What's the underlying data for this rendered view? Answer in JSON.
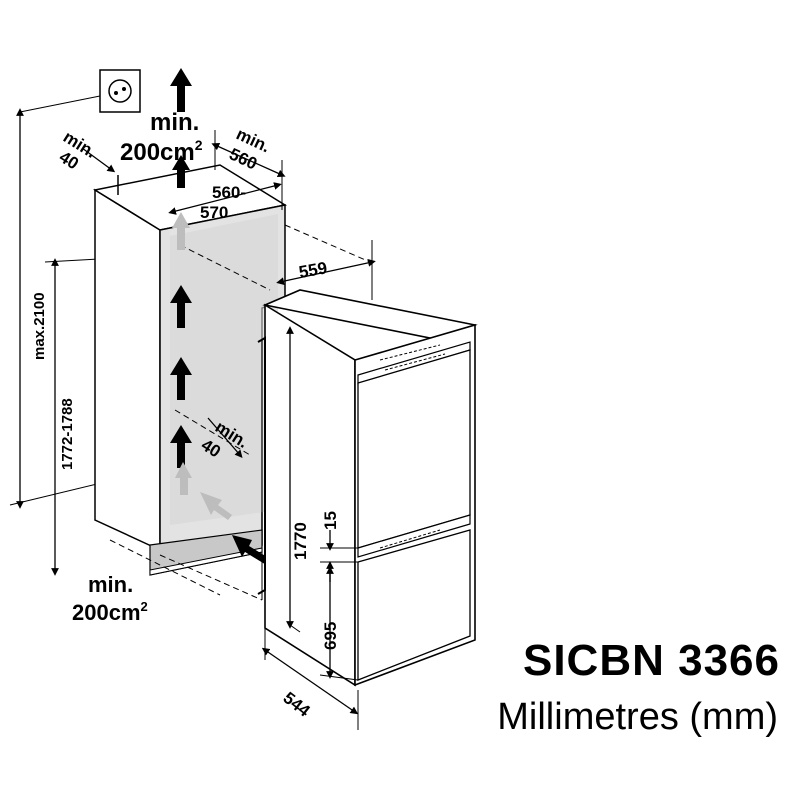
{
  "title": {
    "model": "SICBN 3366",
    "units": "Millimetres (mm)"
  },
  "dimensions": {
    "top_vent_min": "min.",
    "top_vent_area": "200cm",
    "top_vent_exp": "2",
    "bottom_vent_min": "min.",
    "bottom_vent_area": "200cm",
    "bottom_vent_exp": "2",
    "depth_clear_min": "min.",
    "depth_clear_value": "40",
    "width_clear_min": "min.",
    "width_clear_value": "560",
    "niche_width_top": "560-",
    "niche_width_bottom": "570",
    "appliance_depth": "559",
    "max_height": "max.2100",
    "niche_height": "1772-1788",
    "inner_clear_min": "min.",
    "inner_clear_value": "40",
    "appliance_height": "1770",
    "door_gap": "15",
    "lower_door": "695",
    "appliance_width": "544"
  },
  "colors": {
    "line": "#000000",
    "niche_fill": "#dcdcdc",
    "arrow_grey": "#bdbdbd"
  }
}
